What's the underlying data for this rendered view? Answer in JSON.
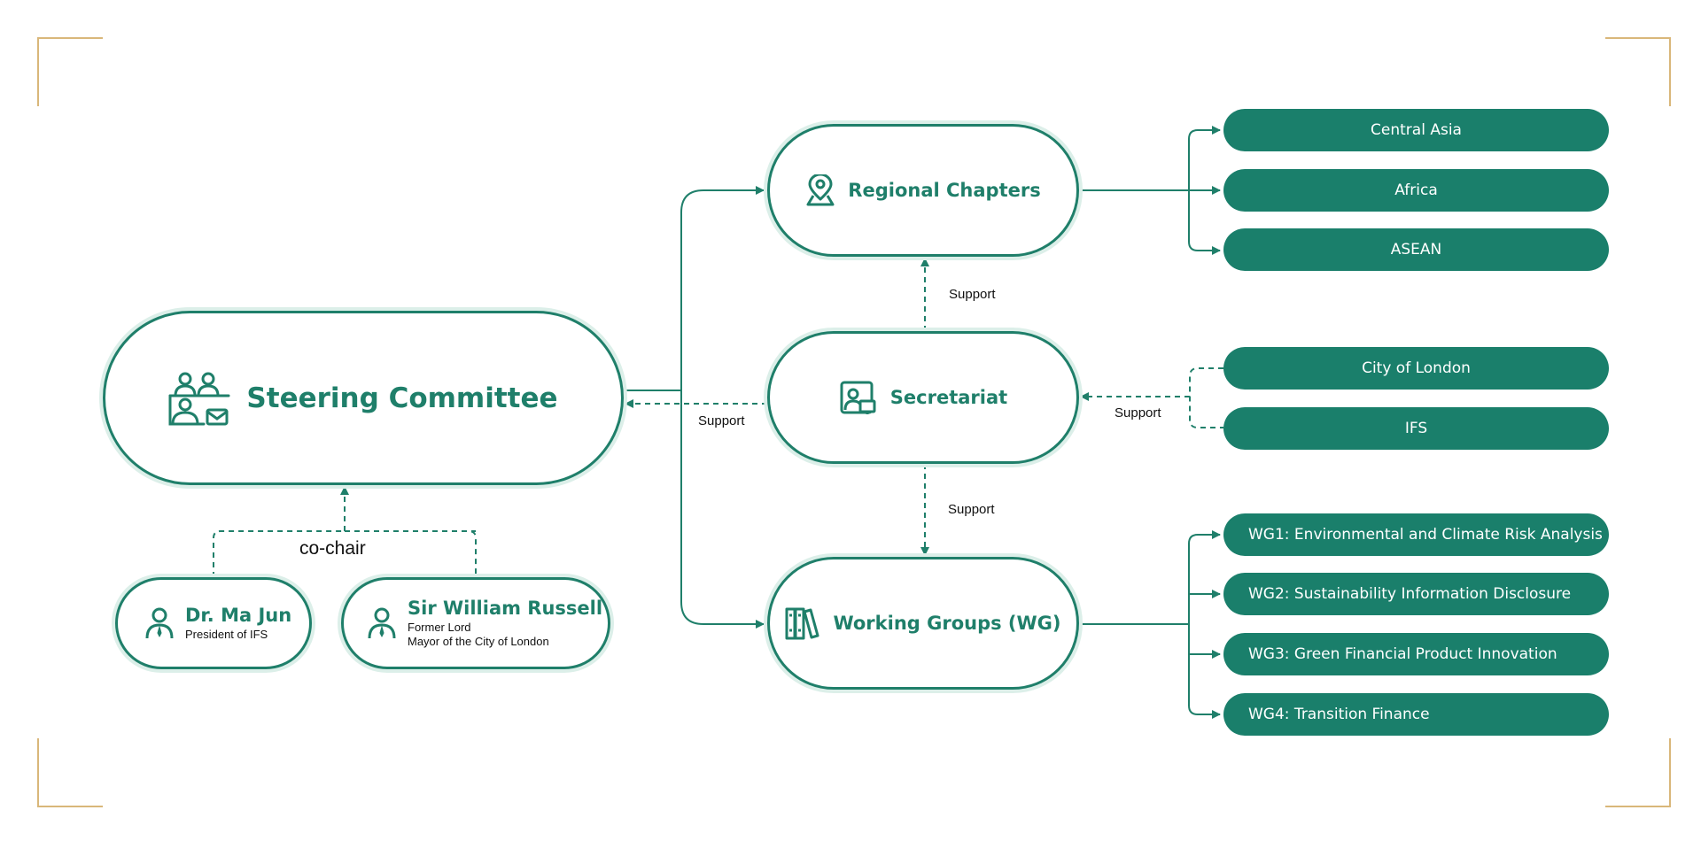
{
  "steering_committee": {
    "title": "Steering Committee",
    "icon": "people-group-icon"
  },
  "regional_chapters": {
    "title": "Regional Chapters",
    "icon": "location-pin-icon",
    "items": [
      "Central Asia",
      "Africa",
      "ASEAN"
    ]
  },
  "secretariat": {
    "title": "Secretariat",
    "icon": "presenter-board-icon",
    "supporters": [
      "City of London",
      "IFS"
    ]
  },
  "working_groups": {
    "title": "Working Groups (WG)",
    "icon": "books-icon",
    "items": [
      "WG1: Environmental and Climate Risk Analysis",
      "WG2: Sustainability Information Disclosure",
      "WG3: Green Financial Product Innovation",
      "WG4: Transition Finance"
    ]
  },
  "co_chair": {
    "label": "co-chair",
    "people": [
      {
        "name": "Dr. Ma Jun",
        "role_lines": [
          "President of IFS"
        ],
        "icon": "person-icon"
      },
      {
        "name": "Sir William Russell",
        "role_lines": [
          "Former Lord",
          "Mayor of the City of London"
        ],
        "icon": "person-icon"
      }
    ]
  },
  "support_labels": {
    "secretariat_to_regional": "Support",
    "secretariat_to_steering": "Support",
    "partners_to_secretariat": "Support",
    "secretariat_to_working_groups": "Support"
  },
  "colors": {
    "primary": "#1f7f6a",
    "chip": "#1a7f6b",
    "halo": "#dcefe9",
    "corner": "#d9b77a"
  }
}
